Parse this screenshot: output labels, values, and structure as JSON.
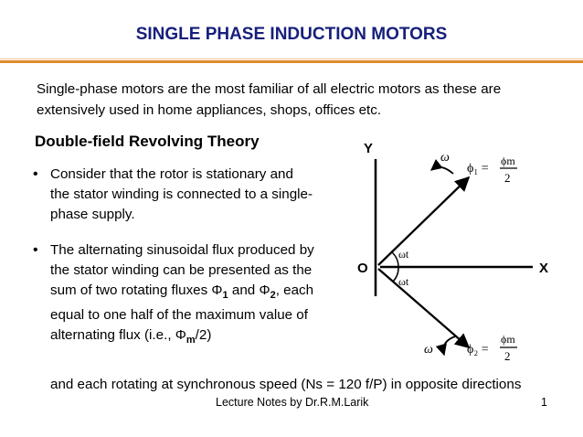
{
  "slide": {
    "title": "SINGLE PHASE INDUCTION MOTORS",
    "intro": "Single-phase motors are the most familiar of all electric motors as these are extensively used in home appliances, shops, offices etc.",
    "subheading": "Double-field Revolving Theory",
    "bullet1": "Consider that the rotor is stationary and the stator winding is connected to a single-phase supply.",
    "bullet2_a": "The alternating sinusoidal flux produced by the stator winding can be presented as the sum of two rotating fluxes Φ",
    "bullet2_sub1": "1",
    "bullet2_b": " and Φ",
    "bullet2_sub2": "2",
    "bullet2_c": ", each equal to one half of the maximum value of alternating flux (i.e., Φ",
    "bullet2_subm": "m",
    "bullet2_d": "/2)",
    "continuation": "and each rotating at synchronous speed (Ns = 120 f/P) in opposite directions",
    "footer": "Lecture Notes by Dr.R.M.Larik",
    "page_number": "1"
  },
  "diagram": {
    "y_label": "Y",
    "x_label": "X",
    "origin_label": "O",
    "omega_top": "ω",
    "omega_bottom": "ω",
    "angle_top": "ωt",
    "angle_bottom": "ωt",
    "phi1_label": "ϕ₁ =",
    "phi2_label": "ϕ₂ =",
    "frac_num": "ϕm",
    "frac_den": "2"
  },
  "colors": {
    "title": "#17207c",
    "accent_rule": "#e08a2f"
  }
}
